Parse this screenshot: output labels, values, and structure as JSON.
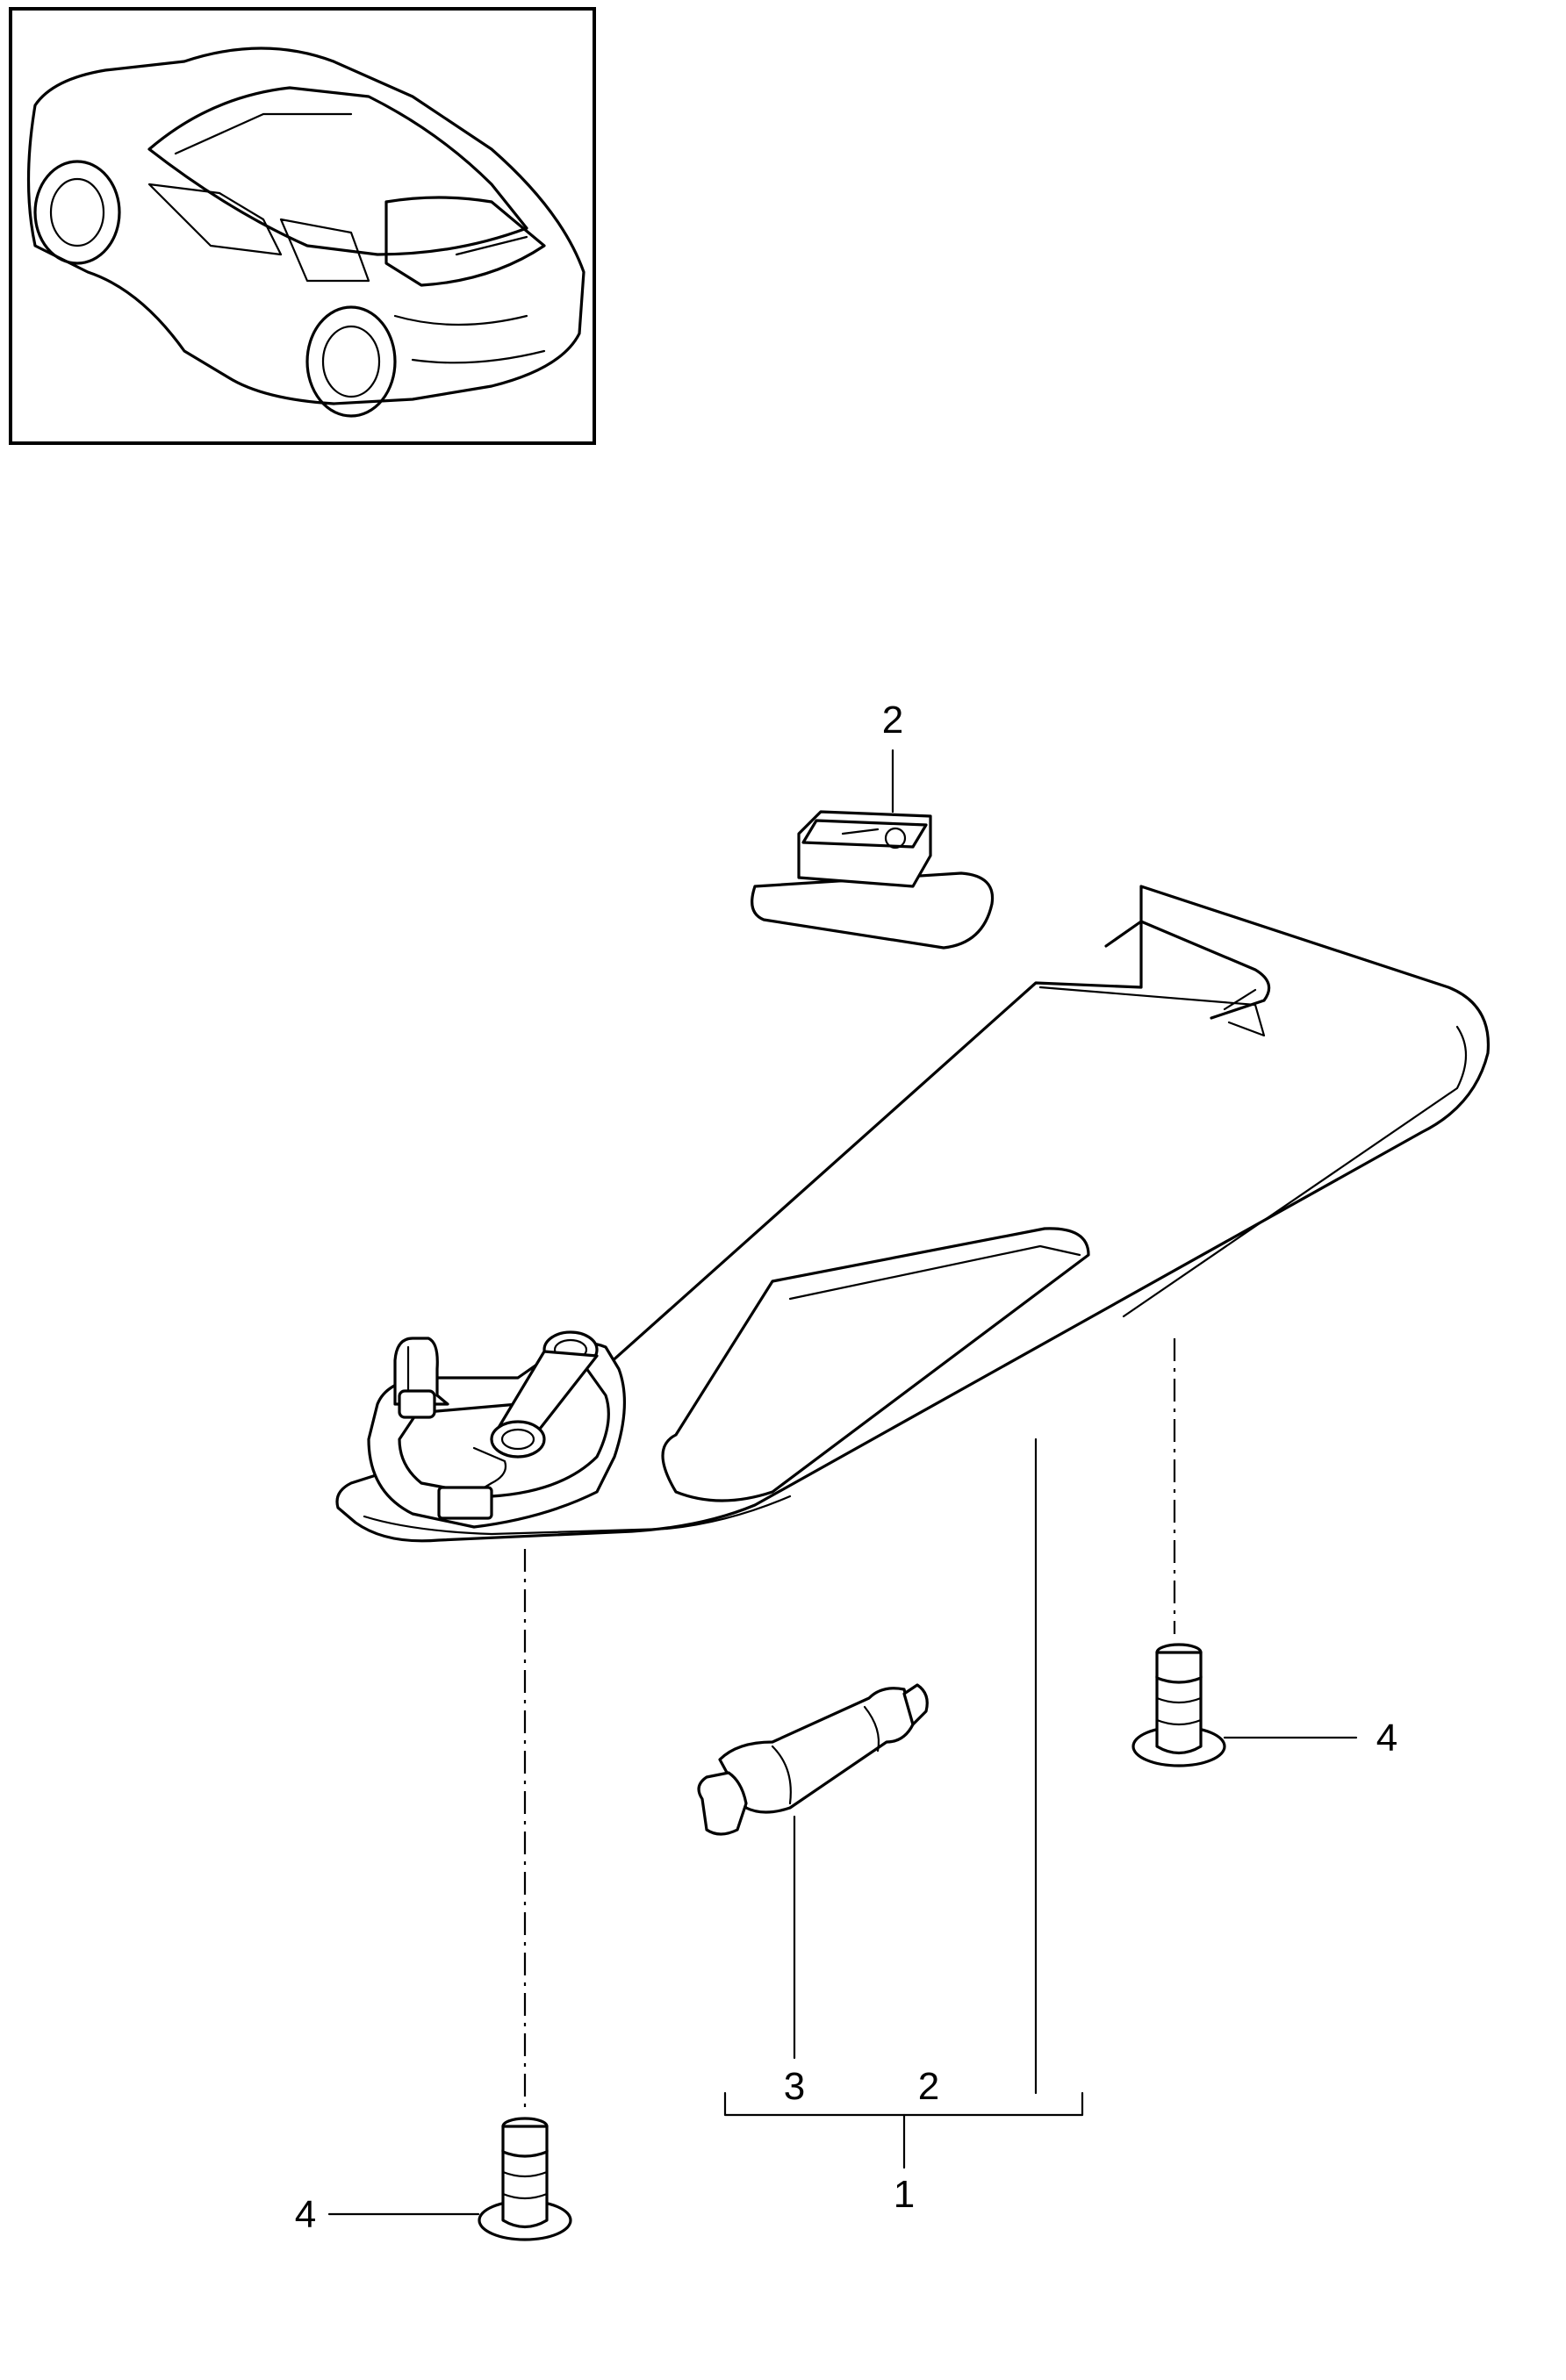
{
  "callouts": {
    "part_2_top": "2",
    "part_4_right": "4",
    "part_3": "3",
    "part_2_bracket": "2",
    "part_1": "1",
    "part_4_left": "4"
  },
  "colors": {
    "line": "#000000",
    "background": "#ffffff"
  },
  "icons": {
    "vehicle_thumbnail": "car-rear-three-quarter-icon"
  }
}
